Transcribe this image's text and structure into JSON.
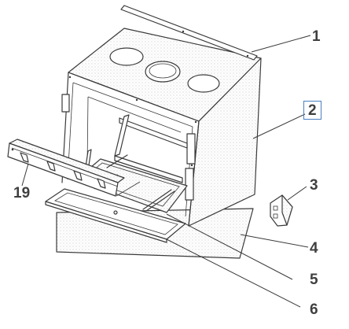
{
  "diagram": {
    "callouts": [
      {
        "id": "1",
        "text": "1",
        "highlighted": false
      },
      {
        "id": "2",
        "text": "2",
        "highlighted": true
      },
      {
        "id": "3",
        "text": "3",
        "highlighted": false
      },
      {
        "id": "4",
        "text": "4",
        "highlighted": false
      },
      {
        "id": "5",
        "text": "5",
        "highlighted": false
      },
      {
        "id": "6",
        "text": "6",
        "highlighted": false
      },
      {
        "id": "19",
        "text": "19",
        "highlighted": false
      }
    ],
    "colors": {
      "line": "#3a3a3a",
      "label": "#3f3f3f",
      "highlight_border": "#4a7fc1",
      "background": "#ffffff"
    }
  }
}
